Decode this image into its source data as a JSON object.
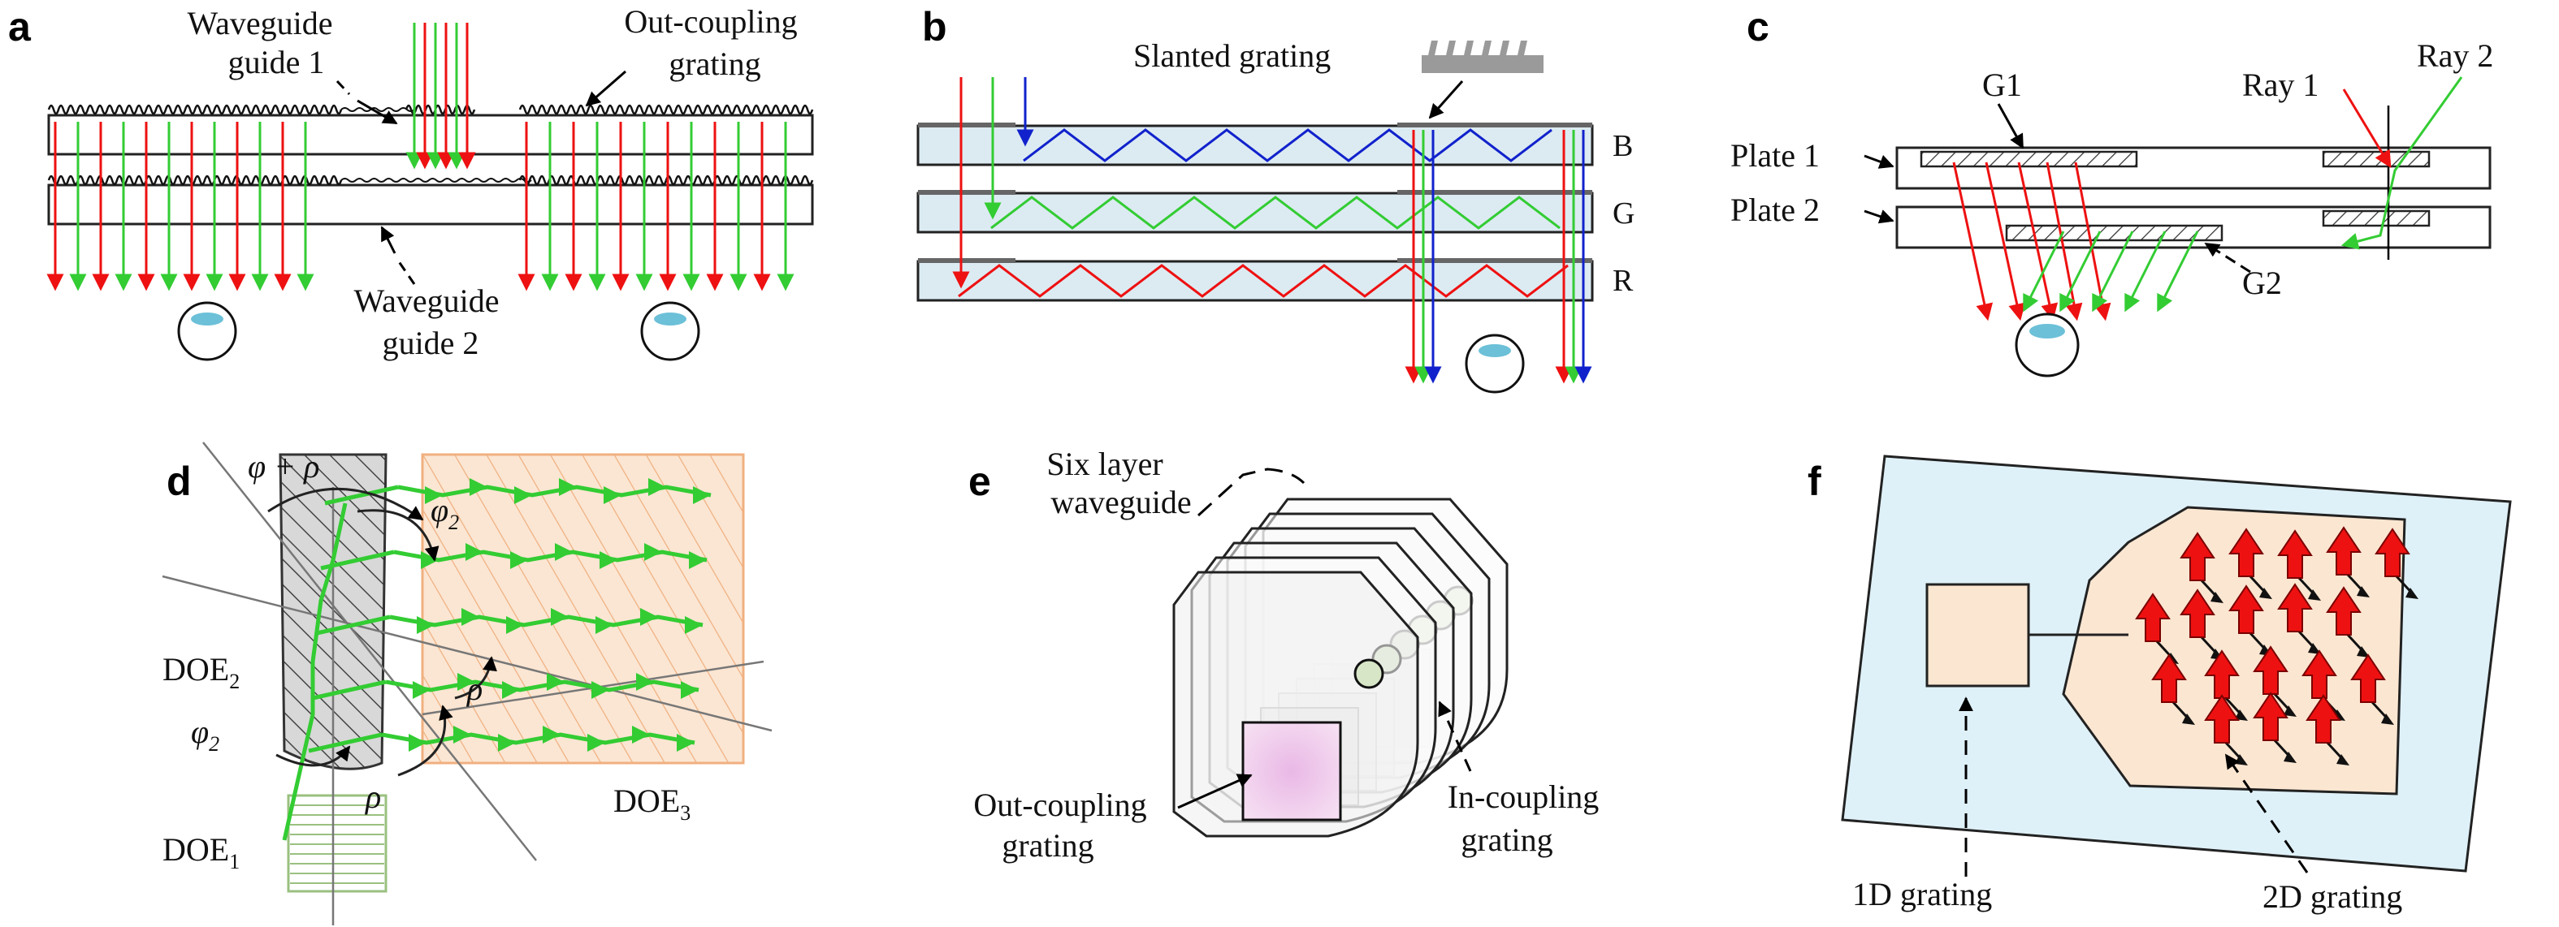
{
  "colors": {
    "red": "#ee1111",
    "green": "#33cc33",
    "blue": "#1122cc",
    "waveguide_fill": "#dcebf2",
    "doe3_fill": "#fbe6d3",
    "doe3_stroke": "#f0b080",
    "doe1_stroke": "#9ac080",
    "panel_f_bg": "#dff1f8",
    "panel_f_fill": "#fbe6d1",
    "eye_pupil": "#6cc0d8"
  },
  "panel_a": {
    "letter": "a",
    "waveguide1": [
      "Waveguide",
      "guide 1"
    ],
    "outcoupling": [
      "Out-coupling",
      "grating"
    ],
    "waveguide2": [
      "Waveguide",
      "guide 2"
    ]
  },
  "panel_b": {
    "letter": "b",
    "slanted": "Slanted grating",
    "layers": [
      "B",
      "G",
      "R"
    ]
  },
  "panel_c": {
    "letter": "c",
    "g1": "G1",
    "g2": "G2",
    "plate1": "Plate 1",
    "plate2": "Plate 2",
    "ray1": "Ray 1",
    "ray2": "Ray 2"
  },
  "panel_d": {
    "letter": "d",
    "phi_rho": "φ + ρ",
    "phi2": "φ",
    "phi2_sub": "2",
    "rho": "ρ",
    "doe2": "DOE",
    "doe2_sub": "2",
    "doe3": "DOE",
    "doe3_sub": "3",
    "doe1": "DOE",
    "doe1_sub": "1"
  },
  "panel_e": {
    "letter": "e",
    "six_layer": [
      "Six layer",
      "waveguide"
    ],
    "outcoupling": [
      "Out-coupling",
      "grating"
    ],
    "incoupling": [
      "In-coupling",
      "grating"
    ]
  },
  "panel_f": {
    "letter": "f",
    "grating_1d": "1D grating",
    "grating_2d": "2D grating"
  }
}
